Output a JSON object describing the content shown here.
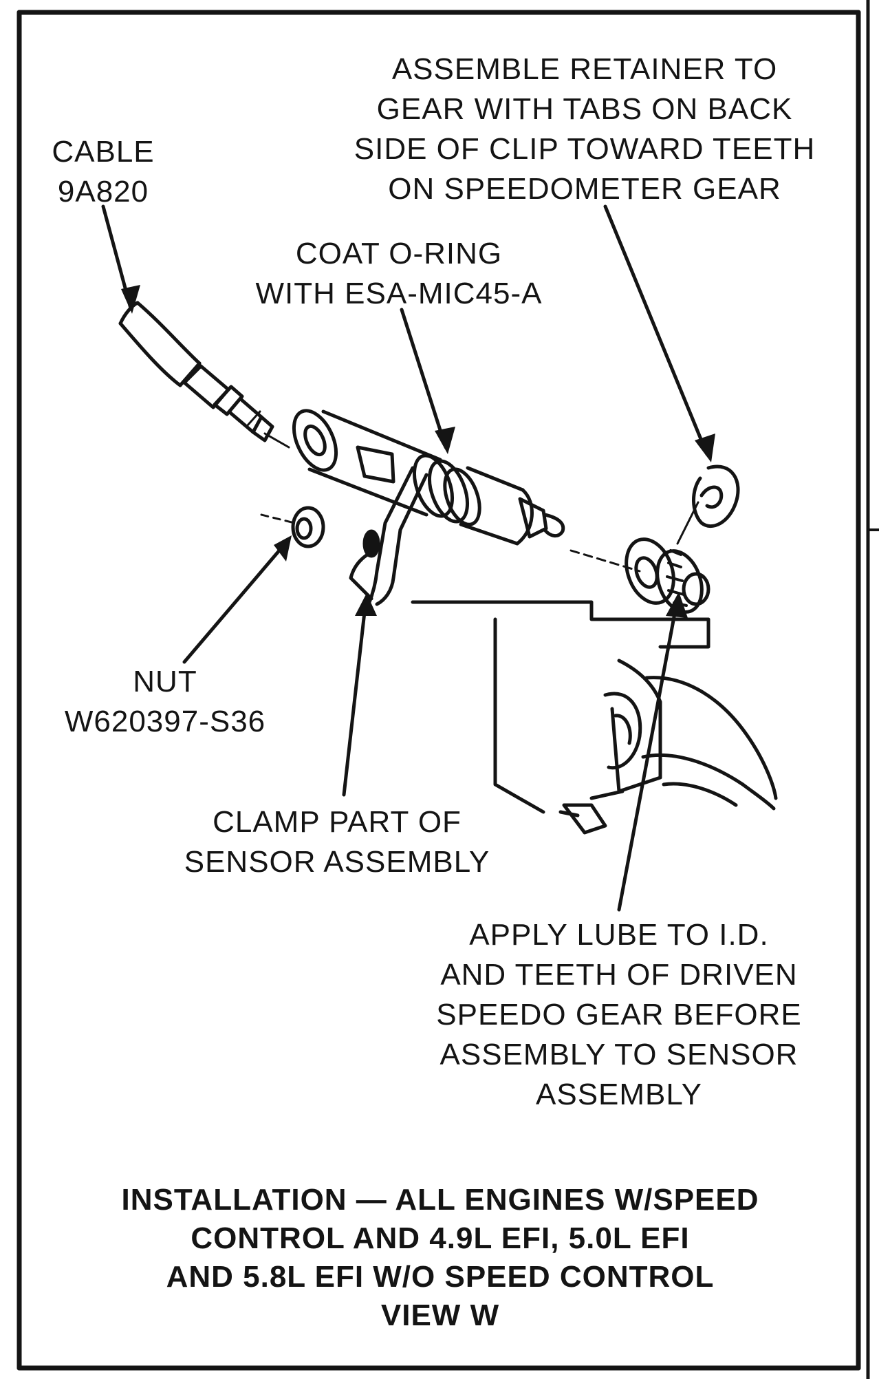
{
  "labels": {
    "cable": [
      "CABLE",
      "9A820"
    ],
    "retainer": [
      "ASSEMBLE RETAINER TO",
      "GEAR WITH TABS ON BACK",
      "SIDE OF CLIP TOWARD TEETH",
      "ON SPEEDOMETER GEAR"
    ],
    "oring": [
      "COAT O-RING",
      "WITH ESA-MIC45-A"
    ],
    "nut": [
      "NUT",
      "W620397-S36"
    ],
    "clamp": [
      "CLAMP PART OF",
      "SENSOR ASSEMBLY"
    ],
    "lube": [
      "APPLY LUBE TO I.D.",
      "AND TEETH OF DRIVEN",
      "SPEEDO GEAR BEFORE",
      "ASSEMBLY TO SENSOR",
      "ASSEMBLY"
    ]
  },
  "caption": [
    "INSTALLATION — ALL ENGINES W/SPEED",
    "CONTROL AND 4.9L EFI, 5.0L EFI",
    "AND 5.8L EFI W/O SPEED CONTROL",
    "VIEW W"
  ],
  "colors": {
    "ink": "#141414",
    "paper": "#ffffff"
  }
}
